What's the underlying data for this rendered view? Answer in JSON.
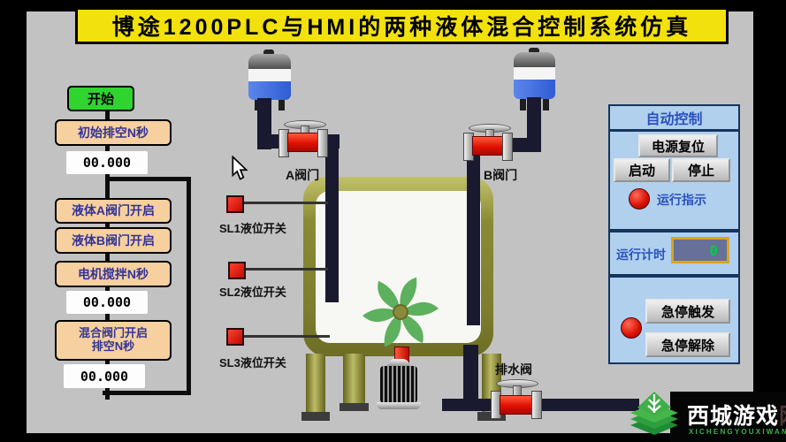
{
  "title": "博途1200PLC与HMI的两种液体混合控制系统仿真",
  "flowchart": {
    "start_label": "开始",
    "step_initial_drain": "初始排空N秒",
    "timer1": "00.000",
    "step_valve_a": "液体A阀门开启",
    "step_valve_b": "液体B阀门开启",
    "step_motor": "电机搅拌N秒",
    "timer2": "00.000",
    "step_mix_line1": "混合阀门开启",
    "step_mix_line2": "排空N秒",
    "timer3": "00.000"
  },
  "diagram": {
    "valve_a_label": "A阀门",
    "valve_b_label": "B阀门",
    "sl1_label": "SL1液位开关",
    "sl2_label": "SL2液位开关",
    "sl3_label": "SL3液位开关",
    "drain_valve_label": "排水阀"
  },
  "control_panel": {
    "header": "自动控制",
    "power_reset": "电源复位",
    "start": "启动",
    "stop": "停止",
    "run_indicator": "运行指示",
    "run_timer_label": "运行计时",
    "run_timer_value": "0",
    "estop_trigger": "急停触发",
    "estop_release": "急停解除"
  },
  "watermark": {
    "name": "西城游戏",
    "name_faint": "网",
    "subtext": "XICHENGYOUXIWANG"
  },
  "colors": {
    "title_bg": "#f2e10c",
    "start_green": "#2fd42f",
    "step_box_bg": "#f7d09f",
    "panel_bg": "#b0d0ee",
    "panel_border": "#16355e",
    "indicator_red": "#d80f00",
    "timer_display_bg": "#667099",
    "timer_display_border": "#d9a520",
    "timer_digit_green": "#00cc44",
    "tank_olive": "#8a8a35",
    "pipe_dark": "#191930",
    "valve_red": "#e01000",
    "fan_green": "#5db05d"
  }
}
